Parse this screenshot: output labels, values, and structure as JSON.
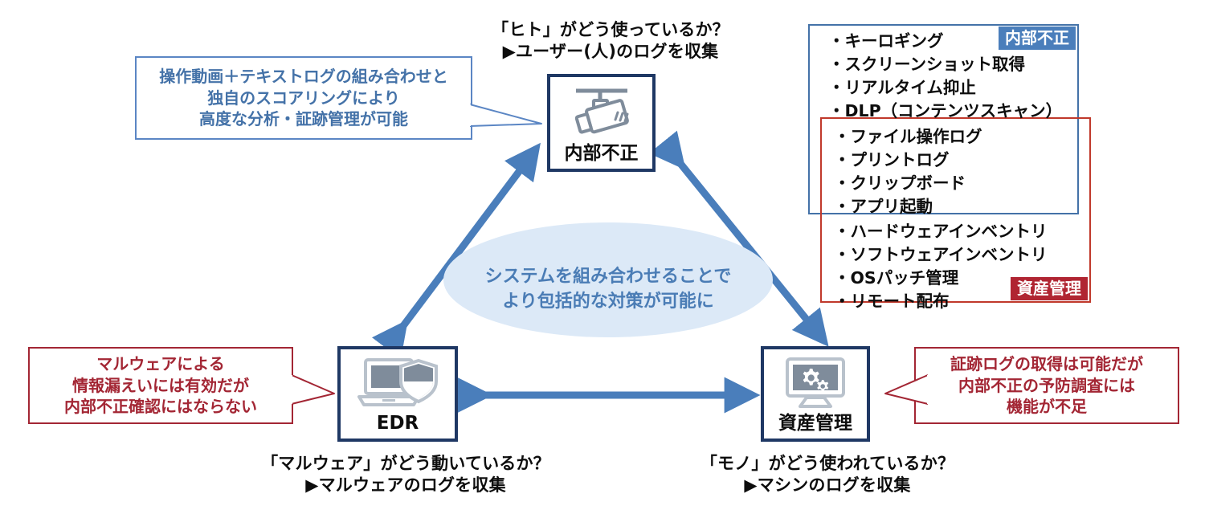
{
  "diagram": {
    "title_hidden": "内部不正・EDR・資産管理の関係図",
    "nodes": [
      {
        "id": "insider",
        "label": "内部不正",
        "icon": "security-camera-icon"
      },
      {
        "id": "edr",
        "label": "EDR",
        "icon": "laptop-shield-icon"
      },
      {
        "id": "asset",
        "label": "資産管理",
        "icon": "monitor-gears-icon"
      }
    ],
    "captions": {
      "top": "「ヒト」がどう使っているか？\n▶ユーザー(人)のログを収集",
      "bottom_left": "「マルウェア」がどう動いているか？\n▶マルウェアのログを収集",
      "bottom_right": "「モノ」がどう使われているか？\n▶マシンのログを収集"
    },
    "center_ellipse": {
      "text": "システムを組み合わせることで\nより包括的な対策が可能に",
      "fill": "#dce9f7",
      "text_color": "#4a7cb5"
    },
    "callouts": [
      {
        "id": "insider-callout",
        "text": "操作動画＋テキストログの組み合わせと\n独自のスコアリングにより\n高度な分析・証跡管理が可能",
        "color": "#4472a8",
        "border": "#5b86c4",
        "points": "right"
      },
      {
        "id": "edr-callout",
        "text": "マルウェアによる\n情報漏えいには有効だが\n内部不正確認にはならない",
        "color": "#a32634",
        "border": "#a32634",
        "points": "right"
      },
      {
        "id": "asset-callout",
        "text": "証跡ログの取得は可能だが\n内部不正の予防調査には\n機能が不足",
        "color": "#a32634",
        "border": "#a32634",
        "points": "left"
      }
    ],
    "feature_panel": {
      "blue_badge": "内部不正",
      "red_badge": "資産管理",
      "blue_badge_color": "#4a7ebb",
      "red_badge_color": "#b02532",
      "blue_border": "#4472a8",
      "red_border": "#c0392b",
      "items": [
        "・キーロギング",
        "・スクリーンショット取得",
        "・リアルタイム抑止",
        "・DLP（コンテンツスキャン）",
        "・ファイル操作ログ",
        "・プリントログ",
        "・クリップボード",
        "・アプリ起動",
        "・ハードウェアインベントリ",
        "・ソフトウェアインベントリ",
        "・OSパッチ管理",
        "・リモート配布"
      ]
    },
    "arrows": {
      "color": "#4a7ebb",
      "edges": [
        {
          "from": "edr",
          "to": "insider",
          "style": "double-headed"
        },
        {
          "from": "insider",
          "to": "asset",
          "style": "double-headed"
        },
        {
          "from": "edr",
          "to": "asset",
          "style": "double-headed"
        }
      ]
    }
  }
}
